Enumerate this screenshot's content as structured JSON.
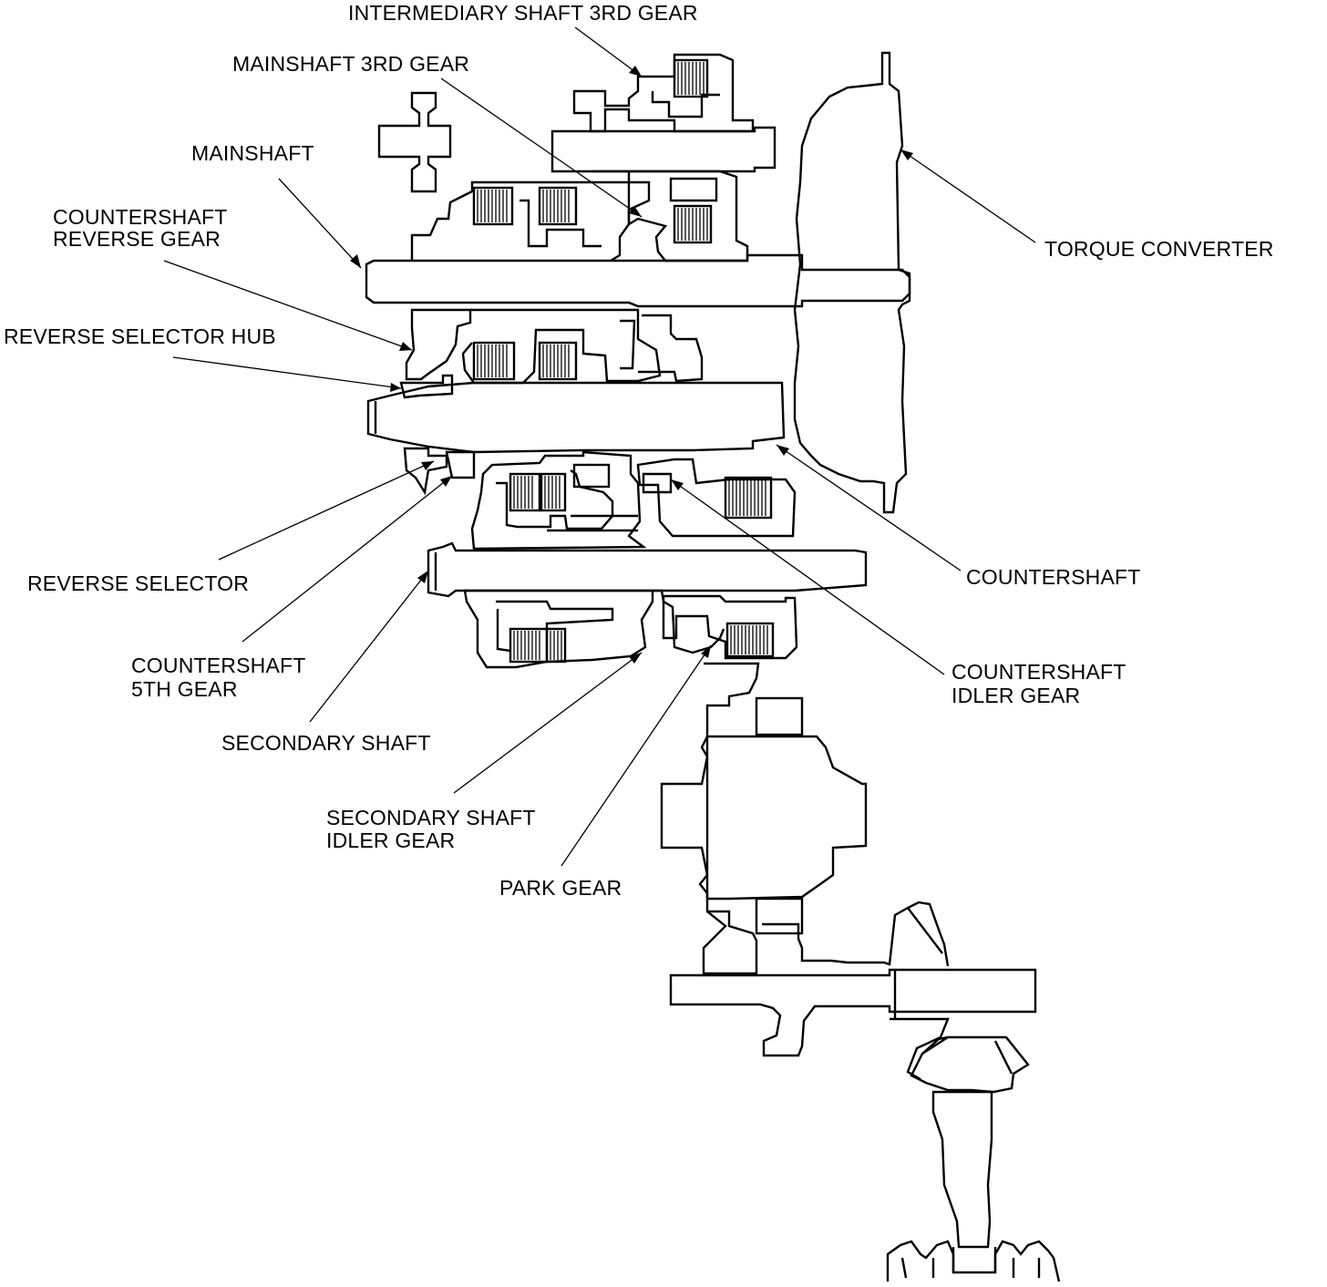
{
  "labels": {
    "intermediary_shaft_3rd_gear": "INTERMEDIARY SHAFT 3RD GEAR",
    "mainshaft_3rd_gear": "MAINSHAFT 3RD GEAR",
    "mainshaft": "MAINSHAFT",
    "countershaft_reverse_gear_line1": "COUNTERSHAFT",
    "countershaft_reverse_gear_line2": "REVERSE GEAR",
    "reverse_selector_hub": "REVERSE SELECTOR HUB",
    "torque_converter": "TORQUE CONVERTER",
    "countershaft": "COUNTERSHAFT",
    "reverse_selector": "REVERSE SELECTOR",
    "countershaft_5th_gear_line1": "COUNTERSHAFT",
    "countershaft_5th_gear_line2": "5TH GEAR",
    "secondary_shaft": "SECONDARY SHAFT",
    "countershaft_idler_gear_line1": "COUNTERSHAFT",
    "countershaft_idler_gear_line2": "IDLER GEAR",
    "secondary_shaft_idler_gear_line1": "SECONDARY SHAFT",
    "secondary_shaft_idler_gear_line2": "IDLER GEAR",
    "park_gear": "PARK GEAR"
  }
}
